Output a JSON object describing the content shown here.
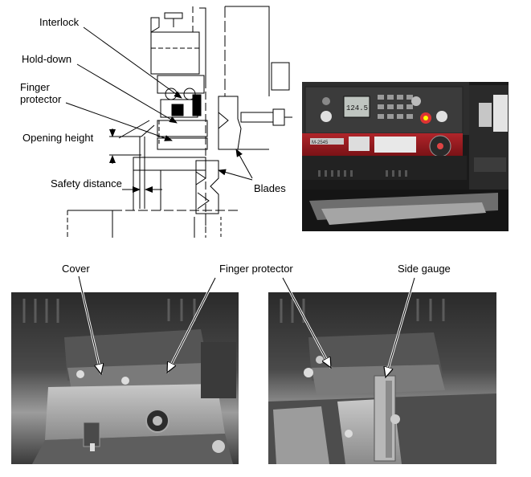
{
  "labels": {
    "interlock": "Interlock",
    "hold_down": "Hold-down",
    "finger_protector_top": "Finger\nprotector",
    "opening_height": "Opening height",
    "safety_distance": "Safety distance",
    "blades": "Blades",
    "cover": "Cover",
    "finger_protector_bottom": "Finger protector",
    "side_gauge": "Side gauge"
  },
  "control_panel": {
    "display_value": "124.5",
    "model_plate": "M-2545"
  }
}
